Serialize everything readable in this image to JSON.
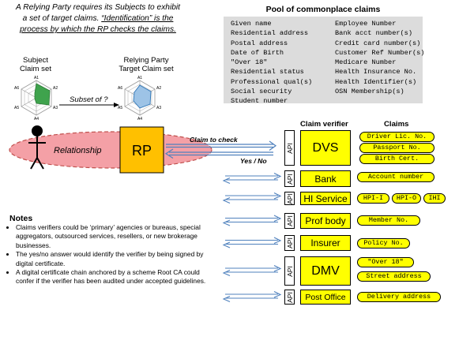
{
  "intro": {
    "line1": "A Relying Party requires its Subjects to exhibit",
    "line2_plain": "a set of target claims. ",
    "line2_underlined": "“Identification” is the",
    "line3_underlined": "process by which the RP checks the claims."
  },
  "pool": {
    "title": "Pool of commonplace claims",
    "left_column": [
      "Given name",
      "Residential address",
      "Postal address",
      "Date of Birth",
      "\"Over 18\"",
      "Residential status",
      "Professional qual(s)",
      "Social security",
      "Student number"
    ],
    "right_column": [
      "Employee Number",
      "Bank acct number(s)",
      "Credit card number(s)",
      "Customer Ref Number(s)",
      "Medicare Number",
      "Health Insurance No.",
      "Health Identifier(s)",
      "OSN Membership(s)"
    ]
  },
  "subject_claim_set": {
    "line1": "Subject",
    "line2": "Claim set"
  },
  "rp_target_claim_set": {
    "line1": "Relying Party",
    "line2": "Target Claim set"
  },
  "radar_axes": [
    "A1",
    "A2",
    "A3",
    "A4",
    "A5",
    "A6"
  ],
  "subset_label": "Subset of ?",
  "relationship_label": "Relationship",
  "rp_label": "RP",
  "claim_to_check": "Claim to check",
  "yes_no": "Yes / No",
  "column_headers": {
    "verifier": "Claim verifier",
    "claims": "Claims"
  },
  "api_label": "API",
  "verifiers": [
    {
      "name": "DVS",
      "claims": [
        "Driver Lic. No.",
        "Passport No.",
        "Birth Cert."
      ]
    },
    {
      "name": "Bank",
      "claims": [
        "Account number"
      ]
    },
    {
      "name": "HI Service",
      "claims": [
        "HPI-I",
        "HPI-O",
        "IHI"
      ]
    },
    {
      "name": "Prof body",
      "claims": [
        "Member No."
      ]
    },
    {
      "name": "Insurer",
      "claims": [
        "Policy No."
      ]
    },
    {
      "name": "DMV",
      "claims": [
        "\"Over 18\"",
        "Street address"
      ]
    },
    {
      "name": "Post Office",
      "claims": [
        "Delivery address"
      ]
    }
  ],
  "notes": {
    "title": "Notes",
    "items": [
      "Claims verifiers could be ‘primary’ agencies or bureaus, special aggregators, outsourced services, resellers, or new brokerage businesses.",
      "The yes/no answer would identify the verifier by being signed by digital certificate.",
      "A digital certificate chain  anchored by a scheme Root CA could confer if the verifier has been audited under accepted guidelines."
    ]
  },
  "colors": {
    "verifier_fill": "#ffff00",
    "rp_fill": "#ffc000",
    "relationship_fill": "#f4a0a6",
    "relationship_border": "#c0504d",
    "arrow": "#4f81bd",
    "pool_bg": "#dcdcdc",
    "subject_radar_fill": "#3fa34d",
    "rp_radar_fill": "#9dc3e6"
  }
}
